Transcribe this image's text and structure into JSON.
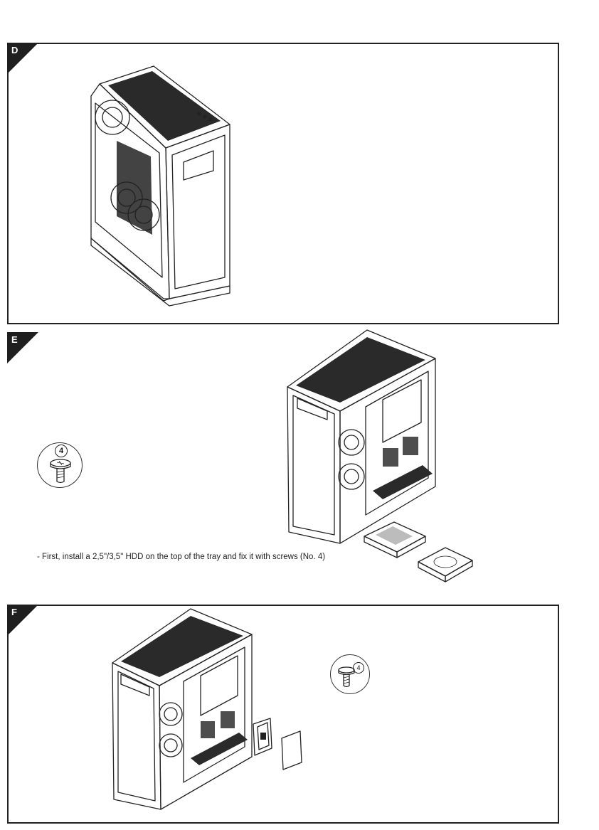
{
  "steps": [
    {
      "letter": "D"
    },
    {
      "letter": "E",
      "caption": "- First, install a 2,5\"/3,5\" HDD on the top of the tray and fix it with screws (No. 4)",
      "screw_number": "4"
    },
    {
      "letter": "F",
      "screw_number": "4"
    }
  ]
}
